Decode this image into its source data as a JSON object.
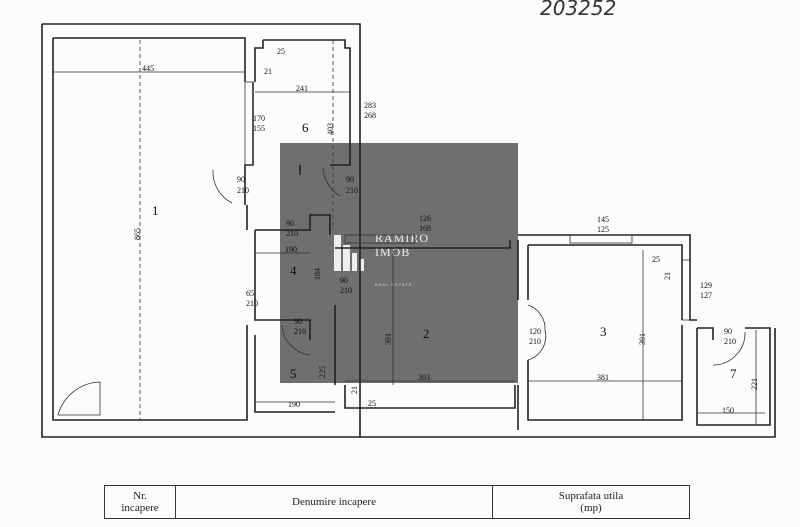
{
  "document_number": "203252",
  "rooms": {
    "r1": "1",
    "r2": "2",
    "r3": "3",
    "r4": "4",
    "r5": "5",
    "r6": "6",
    "r7": "7"
  },
  "dimensions": {
    "d445": "445",
    "d25a": "25",
    "d21a": "21",
    "d241": "241",
    "d170": "170",
    "d155": "155",
    "d283": "283",
    "d268": "268",
    "d403": "403",
    "door1a": "90",
    "door1b": "210",
    "door6a": "90",
    "door6b": "210",
    "d865": "865",
    "door4a": "90",
    "door4b": "210",
    "d190a": "190",
    "d126": "126",
    "d168": "168",
    "d184": "184",
    "door2a": "90",
    "door2b": "210",
    "d65": "65",
    "d210c": "210",
    "door5a": "90",
    "door5b": "210",
    "d391a": "391",
    "d225": "225",
    "d393": "393",
    "d21b": "21",
    "d25b": "25",
    "d190b": "190",
    "d120": "120",
    "d210d": "210",
    "d145": "145",
    "d125": "125",
    "d25c": "25",
    "d21c": "21",
    "d129": "129",
    "d127": "127",
    "d391b": "391",
    "d381": "381",
    "door7a": "90",
    "door7b": "210",
    "d221": "221",
    "d150": "150"
  },
  "watermark": {
    "name_line1": "RAMIRO",
    "name_line2": "IMOB",
    "tagline": "REAL ESTATE"
  },
  "table": {
    "headers": [
      {
        "line1": "Nr.",
        "line2": "incapere"
      },
      {
        "line1": "Denumire incapere"
      },
      {
        "line1": "Suprafata utila",
        "line2": "(mp)"
      }
    ]
  }
}
